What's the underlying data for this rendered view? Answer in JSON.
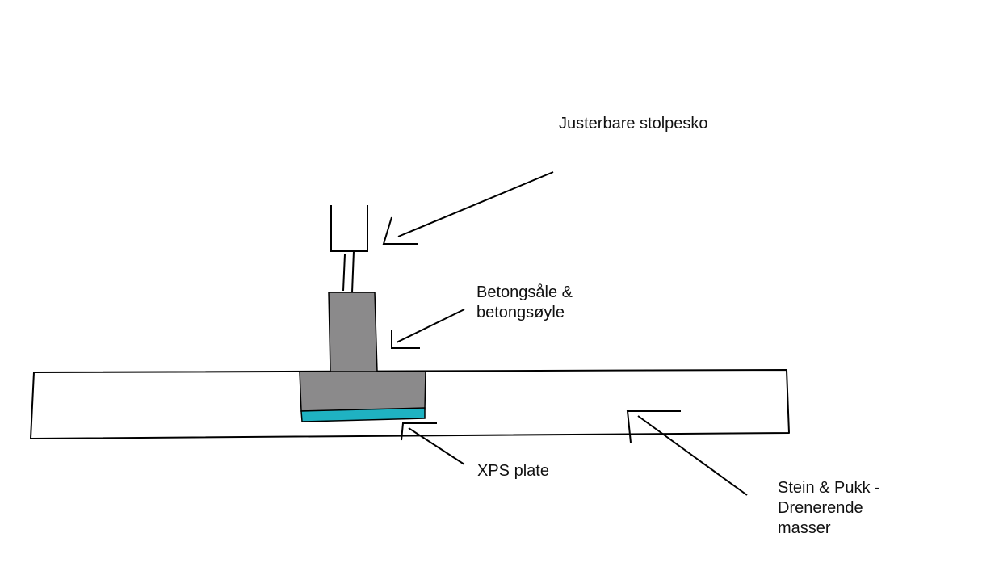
{
  "diagram": {
    "type": "cross-section sketch",
    "colors": {
      "concrete": "#8b8a8b",
      "xps": "#1fb2c2",
      "line": "#000000",
      "background": "#ffffff"
    },
    "labels": {
      "stolpesko": "Justerbare stolpesko",
      "betong": "Betongsåle &\nbetongsøyle",
      "xps": "XPS plate",
      "stein": "Stein & Pukk -\nDrenerende\nmasser"
    },
    "components": [
      {
        "id": "post-shoe",
        "name": "Justerbare stolpesko"
      },
      {
        "id": "concrete-footing-column",
        "name": "Betongsåle & betongsøyle"
      },
      {
        "id": "xps-plate",
        "name": "XPS plate"
      },
      {
        "id": "gravel-bed",
        "name": "Stein & Pukk - Drenerende masser"
      }
    ]
  }
}
